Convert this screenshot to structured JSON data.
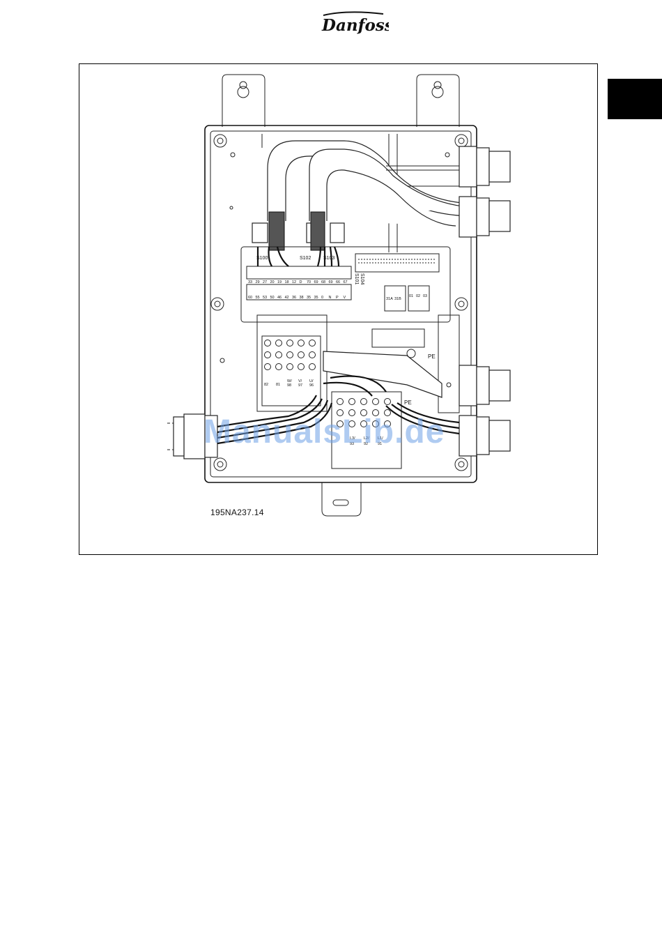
{
  "header": {
    "brand_logo_text": "Danfoss"
  },
  "figure": {
    "code": "195NA237.14",
    "switch_labels": [
      "S100",
      "S102",
      "S103",
      "S104",
      "S101"
    ],
    "top_terminals": [
      "33",
      "29",
      "27",
      "20",
      "19",
      "18",
      "12",
      "D",
      "70",
      "69",
      "68",
      "69",
      "66",
      "67"
    ],
    "bottom_terminals": [
      "60",
      "55",
      "53",
      "50",
      "46",
      "42",
      "36",
      "38",
      "35",
      "35",
      "0",
      "N",
      "P",
      "V"
    ],
    "relay_labels": [
      "31A",
      "31B",
      "01",
      "02",
      "03"
    ],
    "power_terminals_labels": [
      "82",
      "81",
      "W/",
      "98",
      "V/",
      "97",
      "U/",
      "96"
    ],
    "mains_labels": [
      "L3/",
      "L2/",
      "L1/",
      "93",
      "92",
      "91"
    ],
    "pe_label": "PE",
    "watermark": "ManualsLib.de"
  }
}
